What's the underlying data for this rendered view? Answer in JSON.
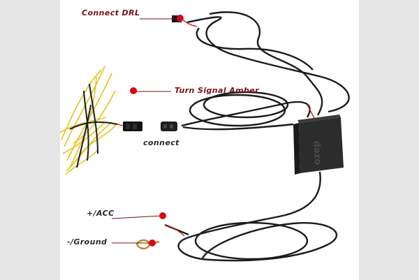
{
  "labels": {
    "connect_drl": "Connect DRL",
    "turn_signal": "Turn Signal Amber",
    "connect": "connect",
    "acc": "+/ACC",
    "ground": "-/Ground",
    "module_brand": "ozep"
  },
  "colors": {
    "label_text": "#7a0f12",
    "marker": "#d6081b",
    "cable": "#1b1b1b",
    "yellow_wire": "#e7c21a",
    "module": "#2c2c2c",
    "side_bar": "#e6e6e6"
  }
}
